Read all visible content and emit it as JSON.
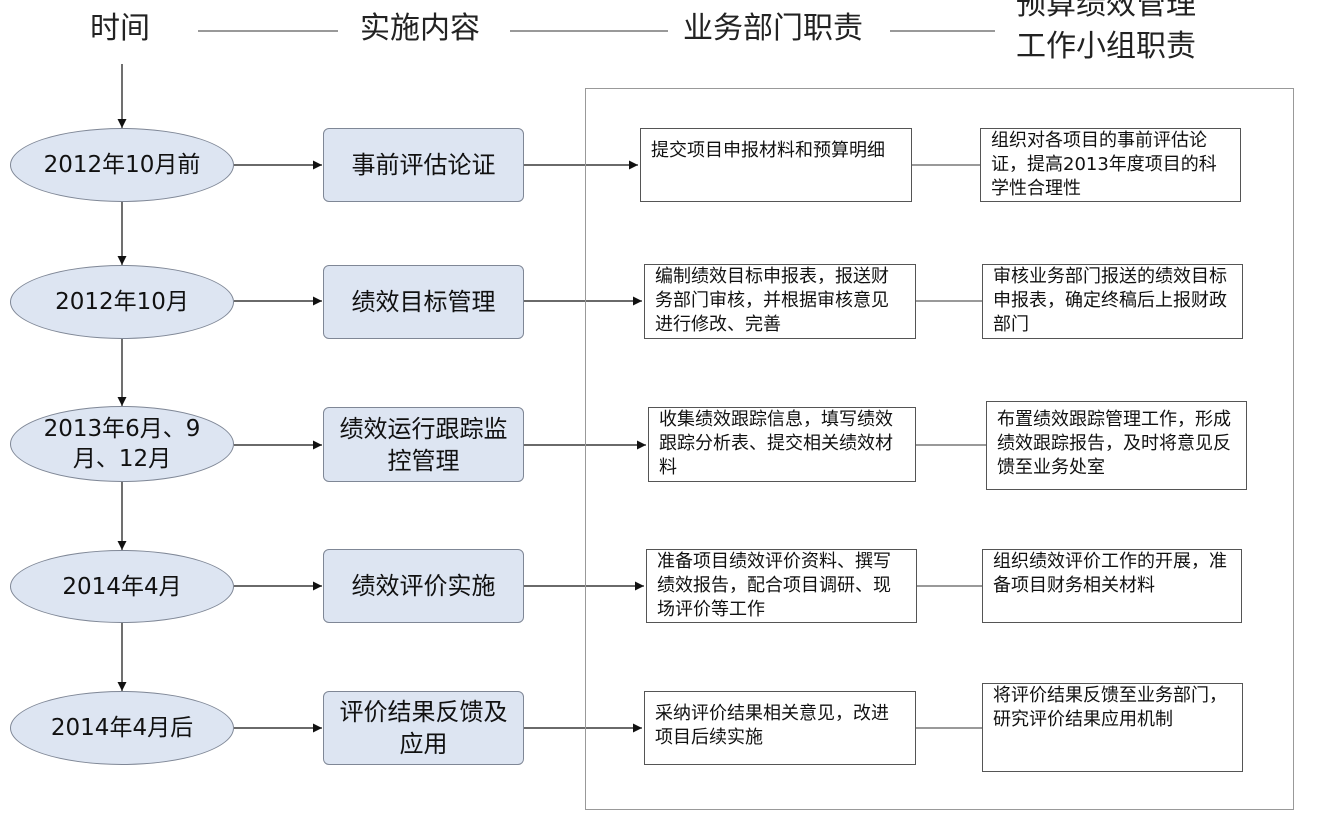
{
  "headers": {
    "time": "时间",
    "content": "实施内容",
    "dept": "业务部门职责",
    "group_line1": "预算绩效管理",
    "group_line2": "工作小组职责"
  },
  "rows": [
    {
      "time": "2012年10月前",
      "stage": "事前评估论证",
      "dept": "提交项目申报材料和预算明细",
      "group": "组织对各项目的事前评估论证，提高2013年度项目的科学性合理性"
    },
    {
      "time": "2012年10月",
      "stage": "绩效目标管理",
      "dept": "编制绩效目标申报表，报送财务部门审核，并根据审核意见进行修改、完善",
      "group": "审核业务部门报送的绩效目标申报表，确定终稿后上报财政部门"
    },
    {
      "time": "2013年6月、9月、12月",
      "stage": "绩效运行跟踪监控管理",
      "dept": "收集绩效跟踪信息，填写绩效跟踪分析表、提交相关绩效材料",
      "group": "布置绩效跟踪管理工作，形成绩效跟踪报告，及时将意见反馈至业务处室"
    },
    {
      "time": "2014年4月",
      "stage": "绩效评价实施",
      "dept": "准备项目绩效评价资料、撰写绩效报告，配合项目调研、现场评价等工作",
      "group": "组织绩效评价工作的开展，准备项目财务相关材料"
    },
    {
      "time": "2014年4月后",
      "stage": "评价结果反馈及应用",
      "dept": "采纳评价结果相关意见，改进项目后续实施",
      "group": "将评价结果反馈至业务部门，研究评价结果应用机制"
    }
  ]
}
